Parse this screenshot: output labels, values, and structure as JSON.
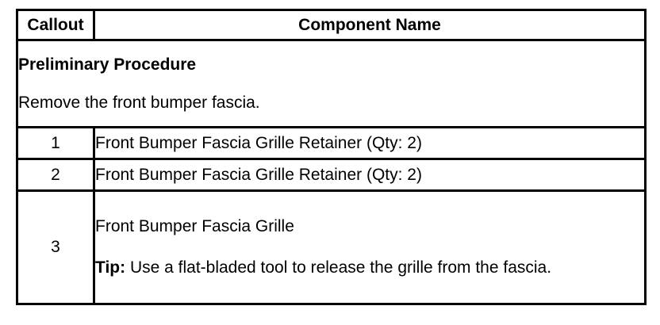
{
  "table": {
    "columns": [
      {
        "key": "callout",
        "header": "Callout"
      },
      {
        "key": "component_name",
        "header": "Component Name"
      }
    ],
    "preliminary": {
      "title": "Preliminary Procedure",
      "text": "Remove the front bumper fascia."
    },
    "rows": [
      {
        "callout": "1",
        "component_name": "Front Bumper Fascia Grille Retainer (Qty: 2)"
      },
      {
        "callout": "2",
        "component_name": "Front Bumper Fascia Grille Retainer (Qty: 2)"
      },
      {
        "callout": "3",
        "component_name": "Front Bumper Fascia Grille",
        "tip_label": "Tip:",
        "tip_text": " Use a flat-bladed tool to release the grille from the fascia."
      }
    ]
  },
  "colors": {
    "background": "#ffffff",
    "text": "#000000",
    "border": "#000000"
  }
}
